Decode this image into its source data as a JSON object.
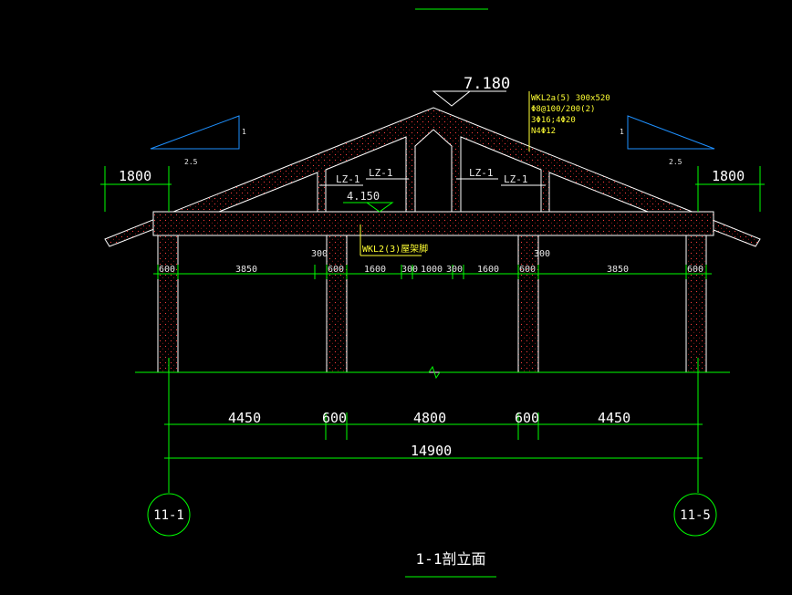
{
  "drawing": {
    "title": "1-1剖立面",
    "colors": {
      "background": "#000000",
      "structure": "#ffffff",
      "hatch": "#ff3b3b",
      "dimension": "#00ff00",
      "annotation": "#ffff33",
      "slope": "#1e90ff"
    }
  },
  "elevations": {
    "ridge": "7.180",
    "beam": "4.150"
  },
  "beams": {
    "wkl2a": [
      "WKL2a(5) 300x520",
      "Φ8@100/200(2)",
      "3Φ16;4Φ20",
      "N4Φ12"
    ],
    "wkl2": "WKL2(3)屋架脚"
  },
  "columns": {
    "lz_labels": [
      "LZ-1",
      "LZ-1",
      "LZ-1",
      "LZ-1"
    ]
  },
  "slopes": {
    "left": {
      "rise": "1",
      "run": "2.5"
    },
    "right": {
      "rise": "1",
      "run": "2.5"
    }
  },
  "dimensions": {
    "overhang_left": "1800",
    "overhang_right": "1800",
    "inner_row": [
      "600",
      "3850",
      "600",
      "1600",
      "300",
      "1000",
      "300",
      "1600",
      "600",
      "3850",
      "600"
    ],
    "column_300_left": "300",
    "column_300_right": "300",
    "bottom_row": [
      "4450",
      "600",
      "4800",
      "600",
      "4450"
    ],
    "total": "14900"
  },
  "axes": {
    "left": "11-1",
    "right": "11-5"
  }
}
